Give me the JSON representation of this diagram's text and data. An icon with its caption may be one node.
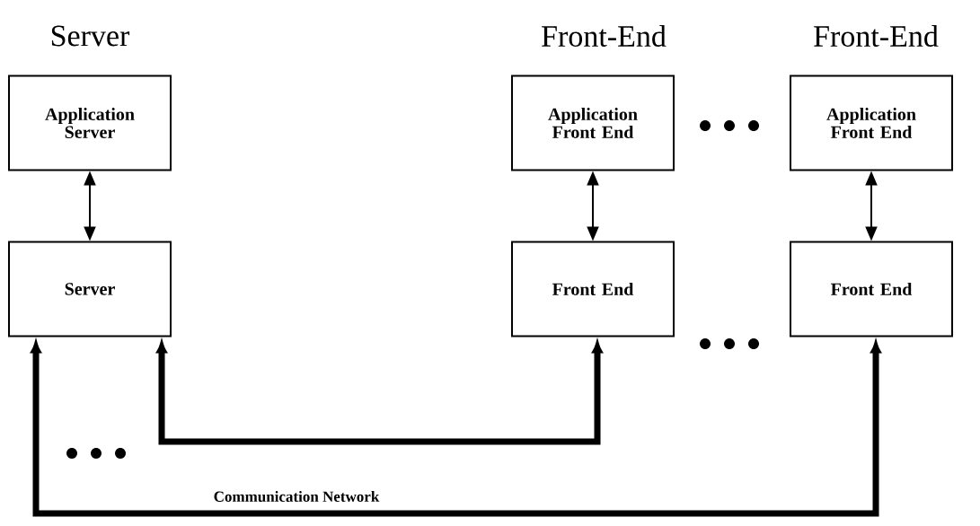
{
  "diagram": {
    "nodes": [
      {
        "text": [
          "Application Server"
        ]
      },
      {
        "text": [
          "Server"
        ]
      },
      {
        "text": [
          "Application Front End"
        ]
      },
      {
        "text": [
          "Front End"
        ]
      },
      {
        "text": [
          "Application Front End"
        ]
      },
      {
        "text": [
          "Front End"
        ]
      }
    ],
    "edges": [
      {
        "from": 0,
        "to": 1,
        "arrow": "both"
      },
      {
        "from": 2,
        "to": 3,
        "arrow": "both"
      },
      {
        "from": 4,
        "to": 5,
        "arrow": "both"
      },
      {
        "from": 3,
        "to": 1,
        "arrow": "both",
        "style": "thick"
      },
      {
        "from": 5,
        "to": 1,
        "arrow": "both",
        "style": "thick",
        "label": "Communication Network"
      }
    ],
    "labels": [
      "Server",
      "Front-End",
      "Front-End"
    ]
  }
}
